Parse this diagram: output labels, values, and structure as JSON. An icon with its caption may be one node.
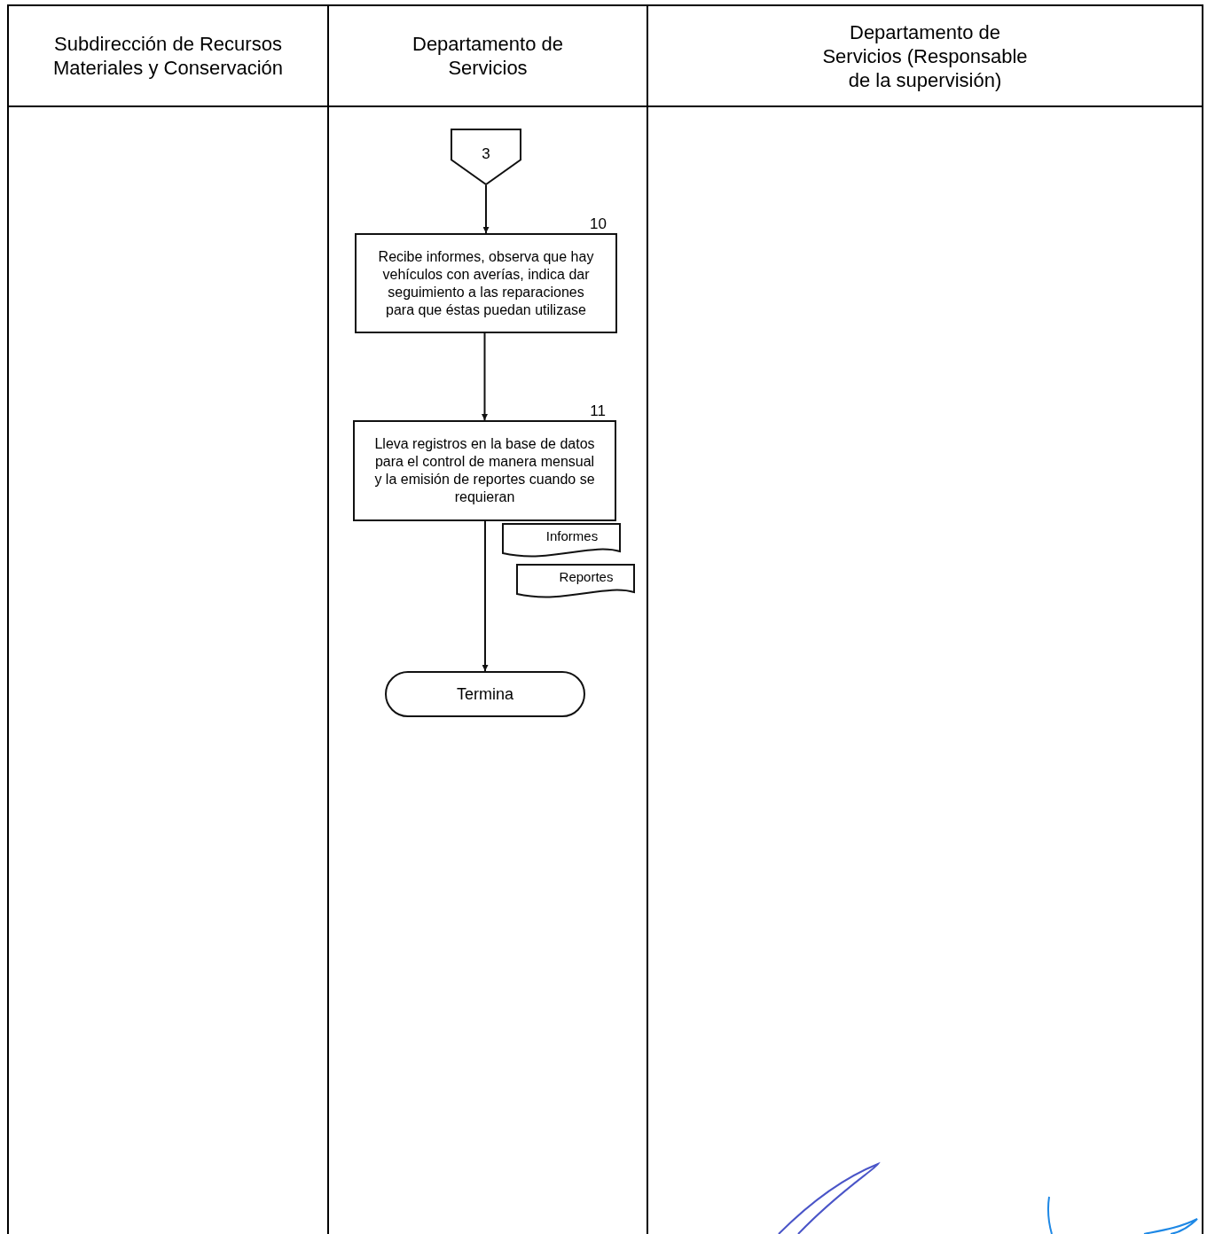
{
  "diagram": {
    "nodes": [
      {
        "text": [
          "Subdirección de Recursos Materiales y Conservación"
        ]
      },
      {
        "text": [
          "Departamento de Servicios"
        ]
      },
      {
        "text": [
          "Departamento de Servicios (Responsable de la supervisión)"
        ]
      },
      {
        "text": [
          "3"
        ]
      },
      {
        "text": [
          "Recibe informes, observa que hay vehículos con averías, indica dar seguimiento a las reparaciones para que éstas puedan utilizase"
        ],
        "beside": [
          "10"
        ]
      },
      {
        "text": [
          "Lleva registros en la base de datos para el control de manera mensual y la emisión de reportes cuando se requieran"
        ],
        "beside": [
          "11"
        ]
      },
      {
        "text": [
          "Informes"
        ]
      },
      {
        "text": [
          "Reportes"
        ]
      },
      {
        "text": [
          "Termina"
        ]
      }
    ],
    "edges": [
      {
        "from": 3,
        "to": 4,
        "arrow": "to"
      },
      {
        "from": 4,
        "to": 5,
        "arrow": "to"
      },
      {
        "from": 5,
        "to": 8,
        "arrow": "to"
      }
    ]
  }
}
